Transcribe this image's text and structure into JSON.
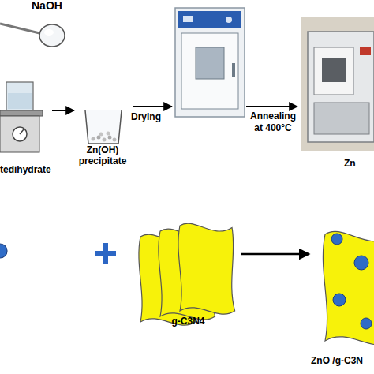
{
  "diagram": {
    "nodes": [
      {
        "text": [
          "tedihydrate"
        ]
      },
      {
        "text": [
          "Zn(OH) precipitate"
        ]
      },
      {
        "text": [
          "Zn"
        ]
      },
      {
        "text": [
          "g-C3N4"
        ]
      },
      {
        "text": [
          "ZnO /g-C3N"
        ]
      }
    ],
    "edges": [
      {
        "from": 0,
        "to": 1,
        "arrow": "to"
      },
      {
        "from": 3,
        "to": 4,
        "arrow": "to"
      }
    ],
    "labels": [
      "NaOH",
      "Drying",
      "Annealing at 400°C"
    ]
  }
}
